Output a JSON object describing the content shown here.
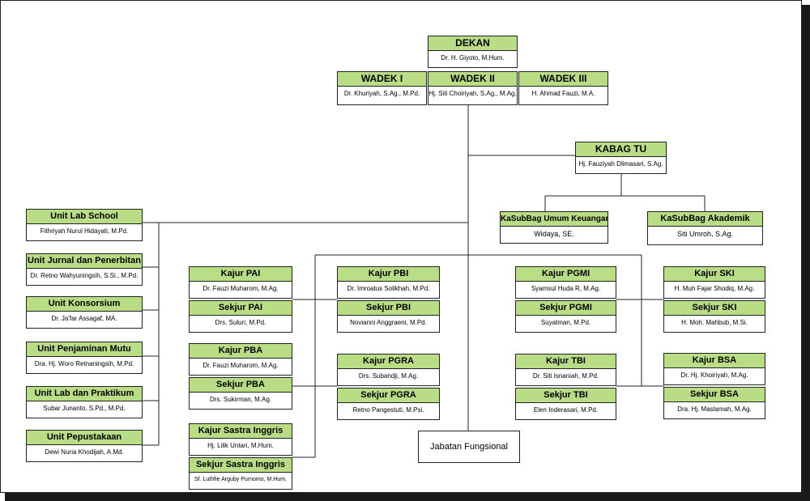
{
  "dekan": {
    "title": "DEKAN",
    "name": "Dr. H. Giyoto, M.Hum."
  },
  "wadek": [
    {
      "title": "WADEK I",
      "name": "Dr. Khuriyah, S.Ag., M.Pd."
    },
    {
      "title": "WADEK II",
      "name": "Hj. Siti Choiriyah, S.Ag., M.Ag."
    },
    {
      "title": "WADEK III",
      "name": "H. Ahmad Fauzi, M.A."
    }
  ],
  "kabag": {
    "title": "KABAG TU",
    "name": "Hj. Fauziyah Dlimasari, S.Ag."
  },
  "kasubag": [
    {
      "title": "KaSubBag Umum Keuangan",
      "name": "Widaya, SE."
    },
    {
      "title": "KaSubBag Akademik",
      "name": "Siti Umroh, S.Ag."
    }
  ],
  "units": [
    {
      "title": "Unit Lab School",
      "name": "Fithriyah Nurul Hidayati, M.Pd."
    },
    {
      "title": "Unit Jurnal dan Penerbitan",
      "name": "Dr. Retno Wahyuningsih, S.Si., M.Pd."
    },
    {
      "title": "Unit Konsorsium",
      "name": "Dr. Ja'far Assagaf, MA."
    },
    {
      "title": "Unit Penjaminan Mutu",
      "name": "Dra. Hj. Woro Retnaningsih, M.Pd."
    },
    {
      "title": "Unit Lab dan Praktikum",
      "name": "Subar Junanto, S.Pd., M.Pd."
    },
    {
      "title": "Unit Pepustakaan",
      "name": "Dewi Nuria Khodijah, A.Md."
    }
  ],
  "jurusan": [
    {
      "title": "Kajur PAI",
      "name": "Dr. Fauzi Muharom, M.Ag."
    },
    {
      "title": "Sekjur PAI",
      "name": "Drs. Suluri, M.Pd."
    },
    {
      "title": "Kajur PBA",
      "name": "Dr. Fauzi Muharom, M.Ag."
    },
    {
      "title": "Sekjur PBA",
      "name": "Drs. Sukirman, M.Ag."
    },
    {
      "title": "Kajur Sastra Inggris",
      "name": "Hj. Lilik Untari, M.Hum."
    },
    {
      "title": "Sekjur Sastra Inggris",
      "name": "Sf. Luthfie Arguby Purnomo, M.Hum."
    },
    {
      "title": "Kajur PBI",
      "name": "Dr. Imroatus Solikhah, M.Pd."
    },
    {
      "title": "Sekjur PBI",
      "name": "Novianni Anggraeni, M.Pd."
    },
    {
      "title": "Kajur PGRA",
      "name": "Drs. Subandji, M.Ag."
    },
    {
      "title": "Sekjur PGRA",
      "name": "Retno Pangestuti, M.Psi."
    },
    {
      "title": "Kajur PGMI",
      "name": "Syamsul Huda R, M.Ag."
    },
    {
      "title": "Sekjur PGMI",
      "name": "Suyatman, M.Pd."
    },
    {
      "title": "Kajur TBI",
      "name": "Dr. Siti Isnaniah, M.Pd."
    },
    {
      "title": "Sekjur TBI",
      "name": "Elen Inderasari, M.Pd."
    },
    {
      "title": "Kajur SKI",
      "name": "H. Muh Fajar Shodiq, M.Ag."
    },
    {
      "title": "Sekjur SKI",
      "name": "H. Moh. Mahbub, M.Si."
    },
    {
      "title": "Kajur BSA",
      "name": "Dr. Hj. Khoiriyah, M.Ag."
    },
    {
      "title": "Sekjur BSA",
      "name": "Dra. Hj. Maslamah, M.Ag."
    }
  ],
  "fungsional": "Jabatan Fungsional",
  "colors": {
    "header": "#b9dd84",
    "border": "#222222",
    "shadow": "#1a1a1a"
  }
}
